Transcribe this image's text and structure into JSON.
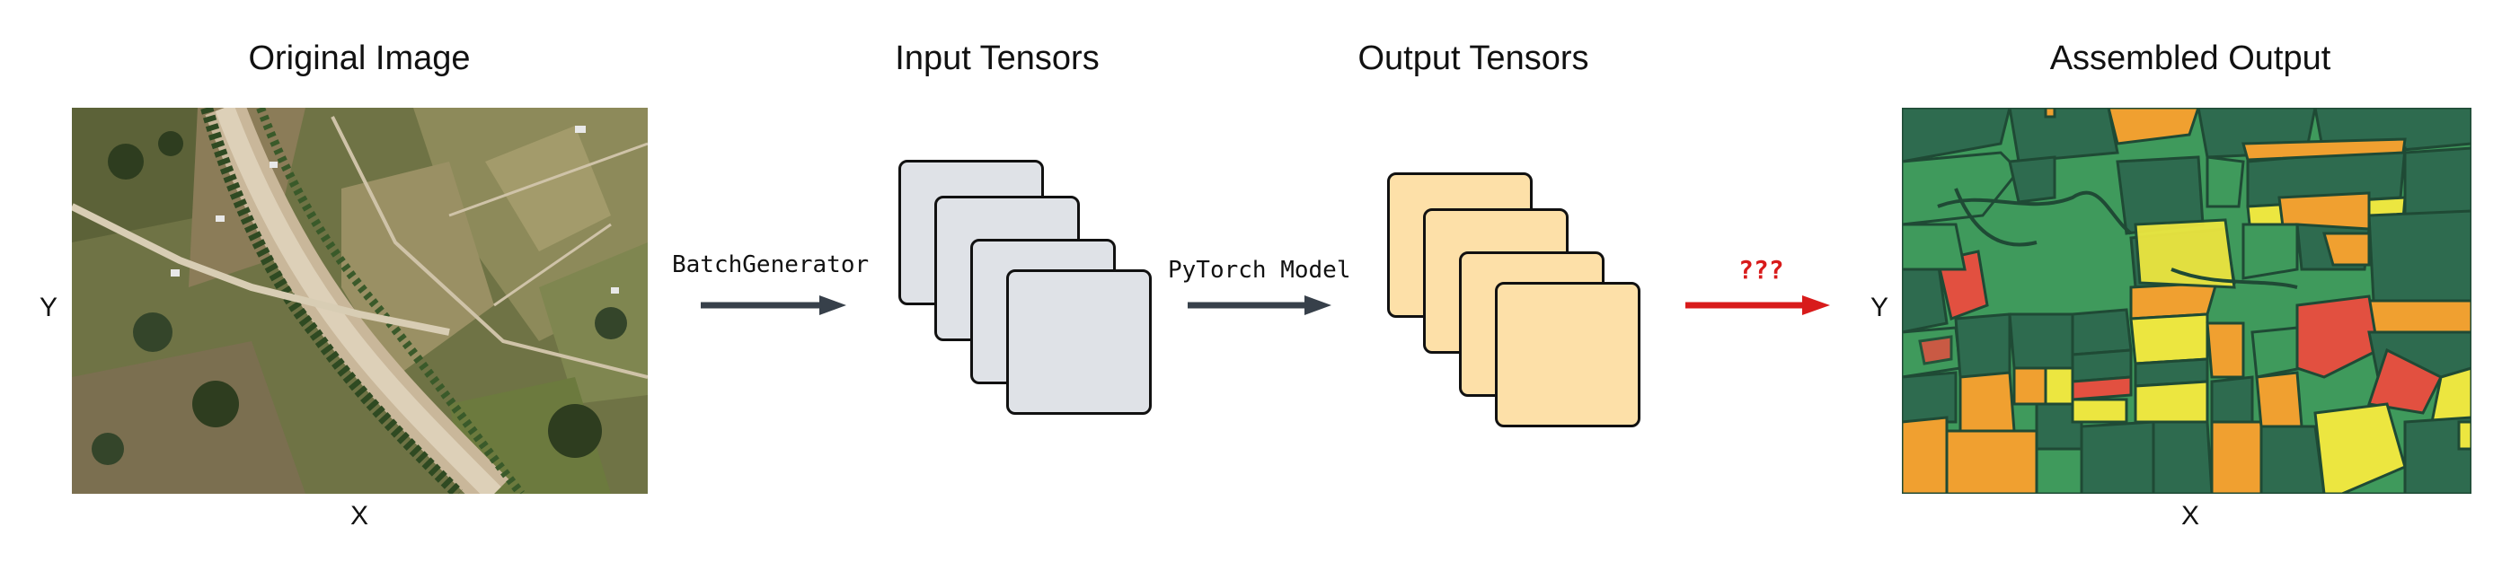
{
  "titles": {
    "original": "Original Image",
    "input": "Input Tensors",
    "output": "Output Tensors",
    "assembled": "Assembled Output"
  },
  "axes": {
    "y_left": "Y",
    "x_left": "X",
    "y_right": "Y",
    "x_right": "X"
  },
  "arrows": {
    "batch_generator": "BatchGenerator",
    "pytorch_model": "PyTorch Model",
    "unknown": "???"
  },
  "colors": {
    "input_tile": "#dfe2e7",
    "output_tile": "#fde0a8",
    "arrow_dark": "#37404a",
    "arrow_red": "#d81b1b",
    "seg_dark_green": "#2e6b4f",
    "seg_green": "#3f9a5c",
    "seg_orange": "#f0a030",
    "seg_yellow": "#ece640",
    "seg_red": "#e25040"
  }
}
